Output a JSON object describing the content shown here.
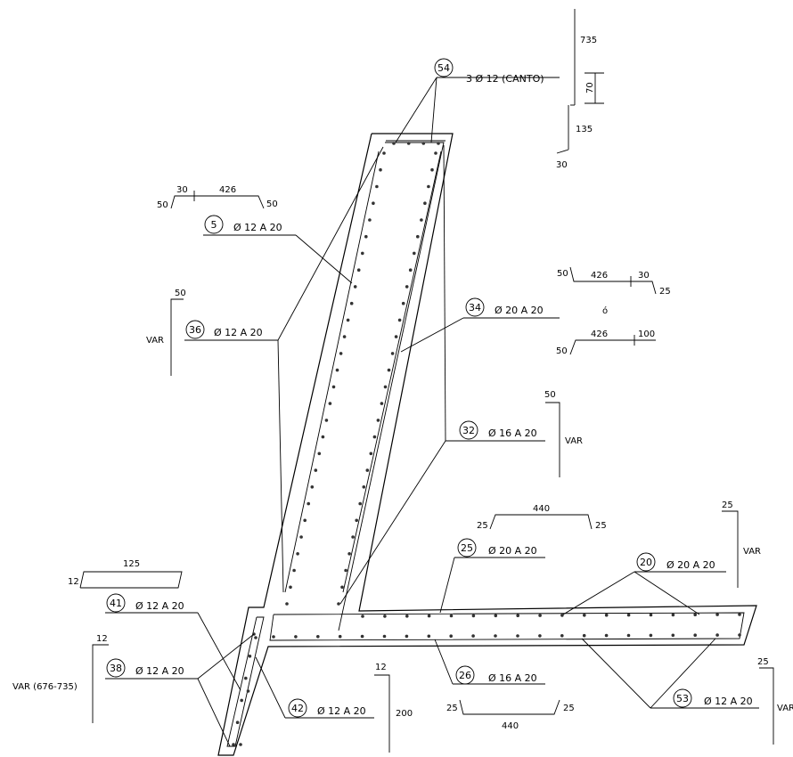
{
  "callouts": [
    {
      "mark": "54",
      "spec": "3 Ø 12 (CANTO)"
    },
    {
      "mark": "5",
      "spec": "Ø 12 A 20"
    },
    {
      "mark": "36",
      "spec": "Ø 12 A 20"
    },
    {
      "mark": "34",
      "spec": "Ø 20 A 20"
    },
    {
      "mark": "32",
      "spec": "Ø 16 A 20"
    },
    {
      "mark": "25",
      "spec": "Ø 20 A 20"
    },
    {
      "mark": "20",
      "spec": "Ø 20 A 20"
    },
    {
      "mark": "41",
      "spec": "Ø 12 A 20"
    },
    {
      "mark": "38",
      "spec": "Ø 12 A 20"
    },
    {
      "mark": "42",
      "spec": "Ø 12 A 20"
    },
    {
      "mark": "26",
      "spec": "Ø 16 A 20"
    },
    {
      "mark": "53",
      "spec": "Ø 12 A 20"
    }
  ],
  "shapes": {
    "s54": {
      "a": "735",
      "b": "70",
      "c": "135",
      "d": "30"
    },
    "s5": {
      "a": "50",
      "b": "30",
      "c": "426",
      "d": "50"
    },
    "s36": {
      "a": "50",
      "b": "VAR"
    },
    "s34a": {
      "a": "50",
      "b": "426",
      "c": "30",
      "d": "25"
    },
    "s34_or": "ó",
    "s34b": {
      "a": "426",
      "b": "100",
      "c": "50"
    },
    "s32": {
      "a": "50",
      "b": "VAR"
    },
    "s25": {
      "a": "440",
      "b": "25",
      "c": "25"
    },
    "s20": {
      "a": "25",
      "b": "VAR"
    },
    "s41": {
      "a": "125",
      "b": "12"
    },
    "s38": {
      "a": "12",
      "b": "VAR (676-735)"
    },
    "s42": {
      "a": "12",
      "b": "200"
    },
    "s26": {
      "a": "25",
      "b": "25",
      "c": "440"
    },
    "s53": {
      "a": "25",
      "b": "VAR"
    }
  }
}
